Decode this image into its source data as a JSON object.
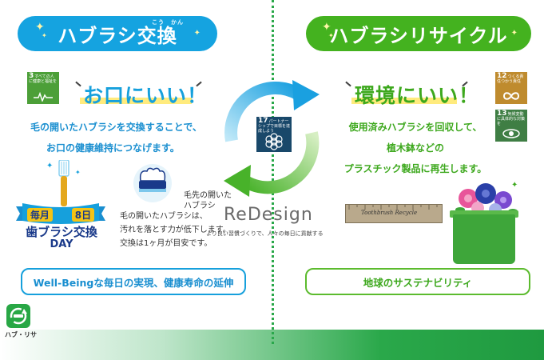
{
  "left": {
    "header": "ハブラシ交換",
    "header_ruby": "こう　かん",
    "headline": "お口にいい！",
    "description_line1": "毛の開いたハブラシを交換することで、",
    "description_line2": "お口の健康維持につなげます。",
    "ribbon_month": "毎月",
    "ribbon_day": "8日",
    "day_title": "歯ブラシ交換",
    "day_sub": "DAY",
    "bristle_label_line1": "毛先の開いた",
    "bristle_label_line2": "ハブラシ",
    "note_line1": "毛の開いたハブラシは、",
    "note_line2": "汚れを落とす力が低下します。",
    "note_line3": "交換は1ヶ月が目安です。",
    "bottom": "Well-Beingな毎日の実現、健康寿命の延伸",
    "sdg_number": "3",
    "sdg_label": "すべての人に健康と福祉を"
  },
  "right": {
    "header": "ハブラシリサイクル",
    "headline": "環境にいい！",
    "description_line1": "使用済みハブラシを回収して、",
    "description_line2": "植木鉢などの",
    "description_line3": "プラスチック製品に再生します。",
    "ruler_text": "Toothbrush Recycle",
    "bottom": "地球のサステナビリティ",
    "sdg12_number": "12",
    "sdg12_label": "つくる責任つかう責任",
    "sdg13_number": "13",
    "sdg13_label": "気候変動に具体的な対策を"
  },
  "center": {
    "sdg_number": "17",
    "sdg_label": "パートナーシップで目標を達成しよう",
    "redesign": "ReDesign",
    "redesign_sub": "より良い習慣づくりで、人々の毎日に貢献する"
  },
  "logo": {
    "name": "ハブ・リサ"
  },
  "colors": {
    "blue": "#15a3e0",
    "green": "#44b21f",
    "yellow": "#ffe766"
  }
}
